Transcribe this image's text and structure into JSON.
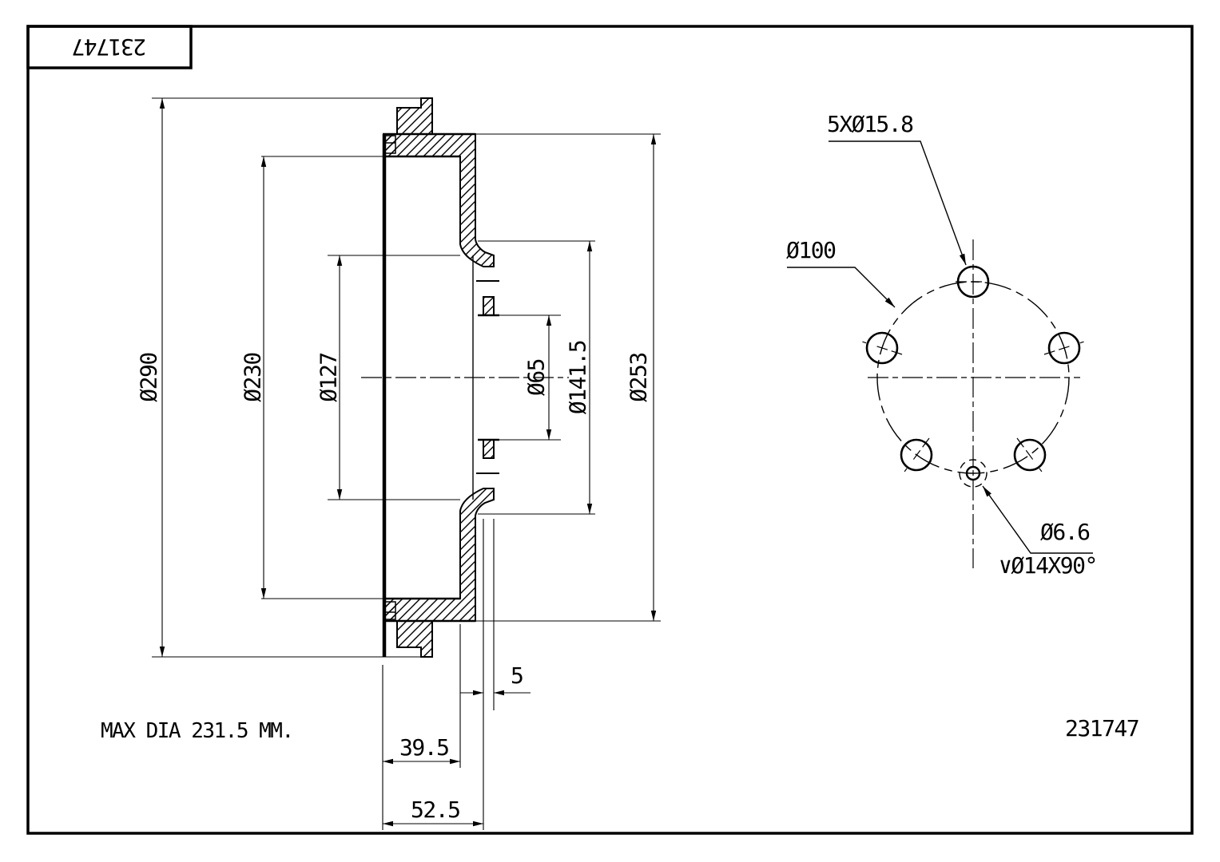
{
  "colors": {
    "line": "#000000",
    "background": "#ffffff"
  },
  "title_block": {
    "drawing_number": "231747"
  },
  "part_number": "231747",
  "section_view": {
    "note": "MAX DIA 231.5 MM.",
    "diameters": {
      "outer_flange": "Ø290",
      "drum_inner": "Ø230",
      "register": "Ø127",
      "center_bore": "Ø65",
      "hub_recess": "Ø141.5",
      "drum_outer": "Ø253"
    },
    "depths": {
      "web_thickness": "5",
      "inner_depth": "39.5",
      "total_depth": "52.5"
    }
  },
  "bolt_pattern_view": {
    "bolt_holes": "5XØ15.8",
    "bolt_circle_diameter": "Ø100",
    "pilot_hole_diameter": "Ø6.6",
    "countersink": "∨Ø14X90°"
  }
}
